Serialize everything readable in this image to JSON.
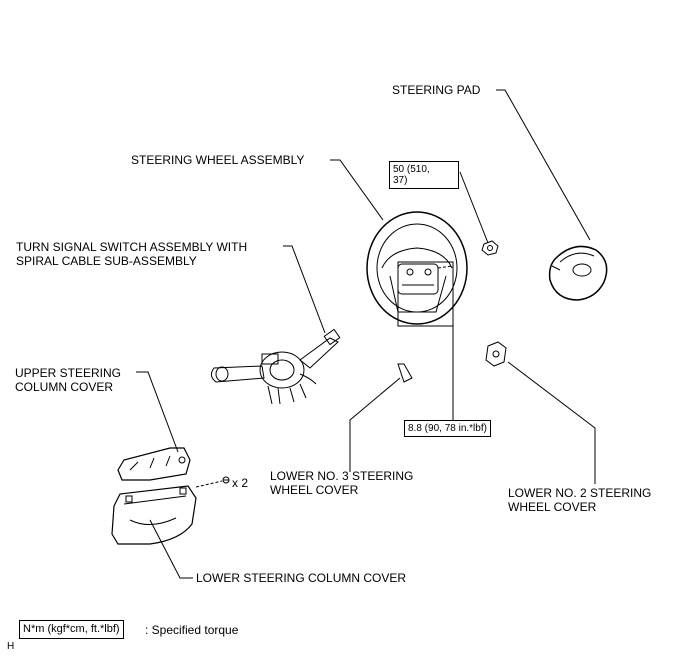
{
  "labels": {
    "steering_pad": "STEERING PAD",
    "steering_wheel_assembly": "STEERING WHEEL ASSEMBLY",
    "turn_signal_switch": "TURN SIGNAL SWITCH ASSEMBLY WITH\nSPIRAL CABLE SUB-ASSEMBLY",
    "upper_column_cover": "UPPER STEERING\nCOLUMN COVER",
    "lower_no3_cover": "LOWER NO. 3 STEERING\nWHEEL COVER",
    "lower_no2_cover": "LOWER NO. 2 STEERING\nWHEEL COVER",
    "lower_column_cover": "LOWER STEERING COLUMN COVER",
    "screw_qty": "x 2"
  },
  "torque": {
    "nut": "50 (510,\n37)",
    "screw": "8.8 (90, 78 in.*lbf)"
  },
  "legend": {
    "box": "N*m (kgf*cm, ft.*lbf)",
    "text": ": Specified torque"
  },
  "corner_mark": "H"
}
